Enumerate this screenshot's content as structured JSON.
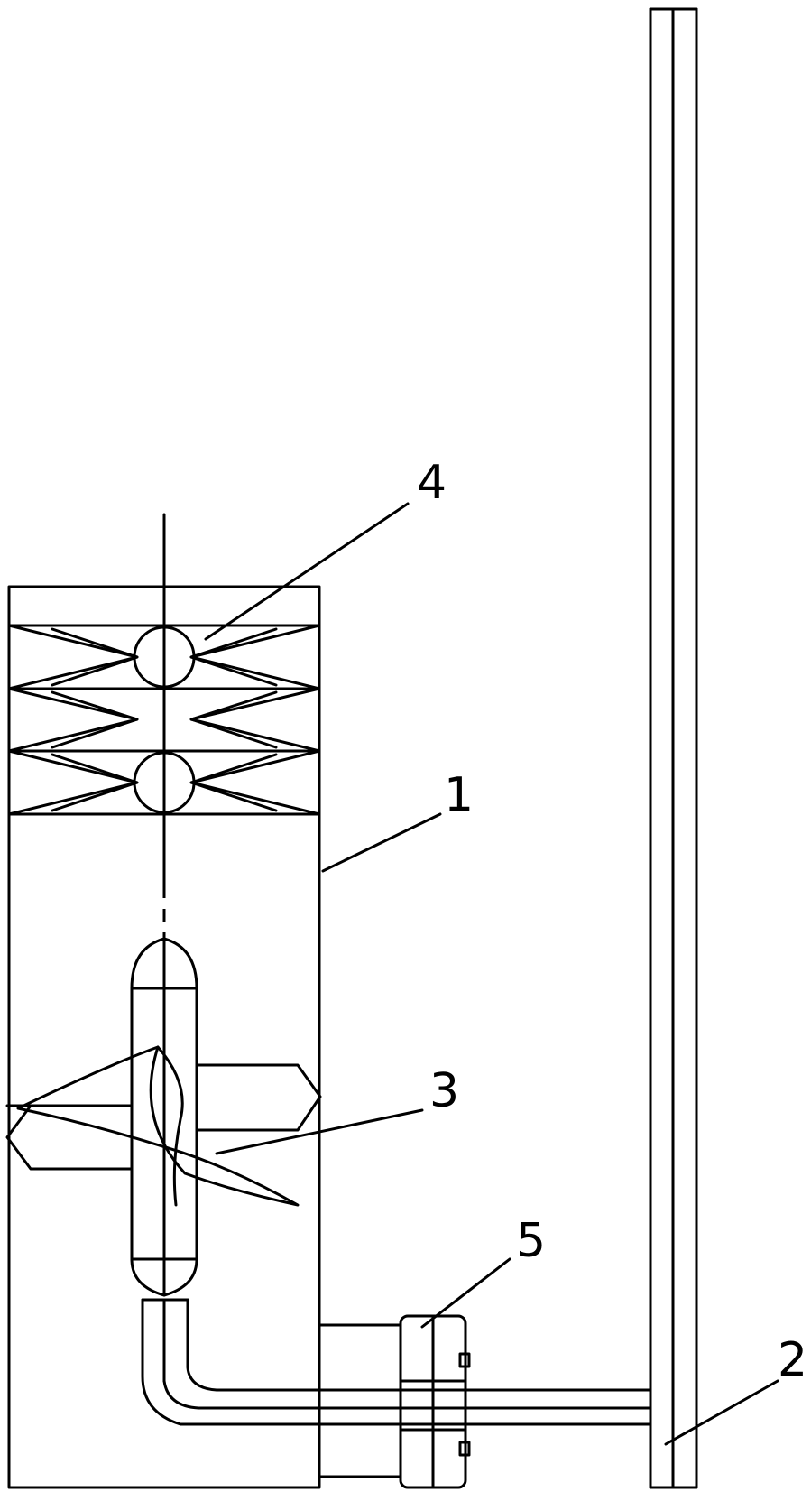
{
  "labels": {
    "housing": "1",
    "pipe": "2",
    "impeller": "3",
    "bearing": "4",
    "flange": "5"
  }
}
